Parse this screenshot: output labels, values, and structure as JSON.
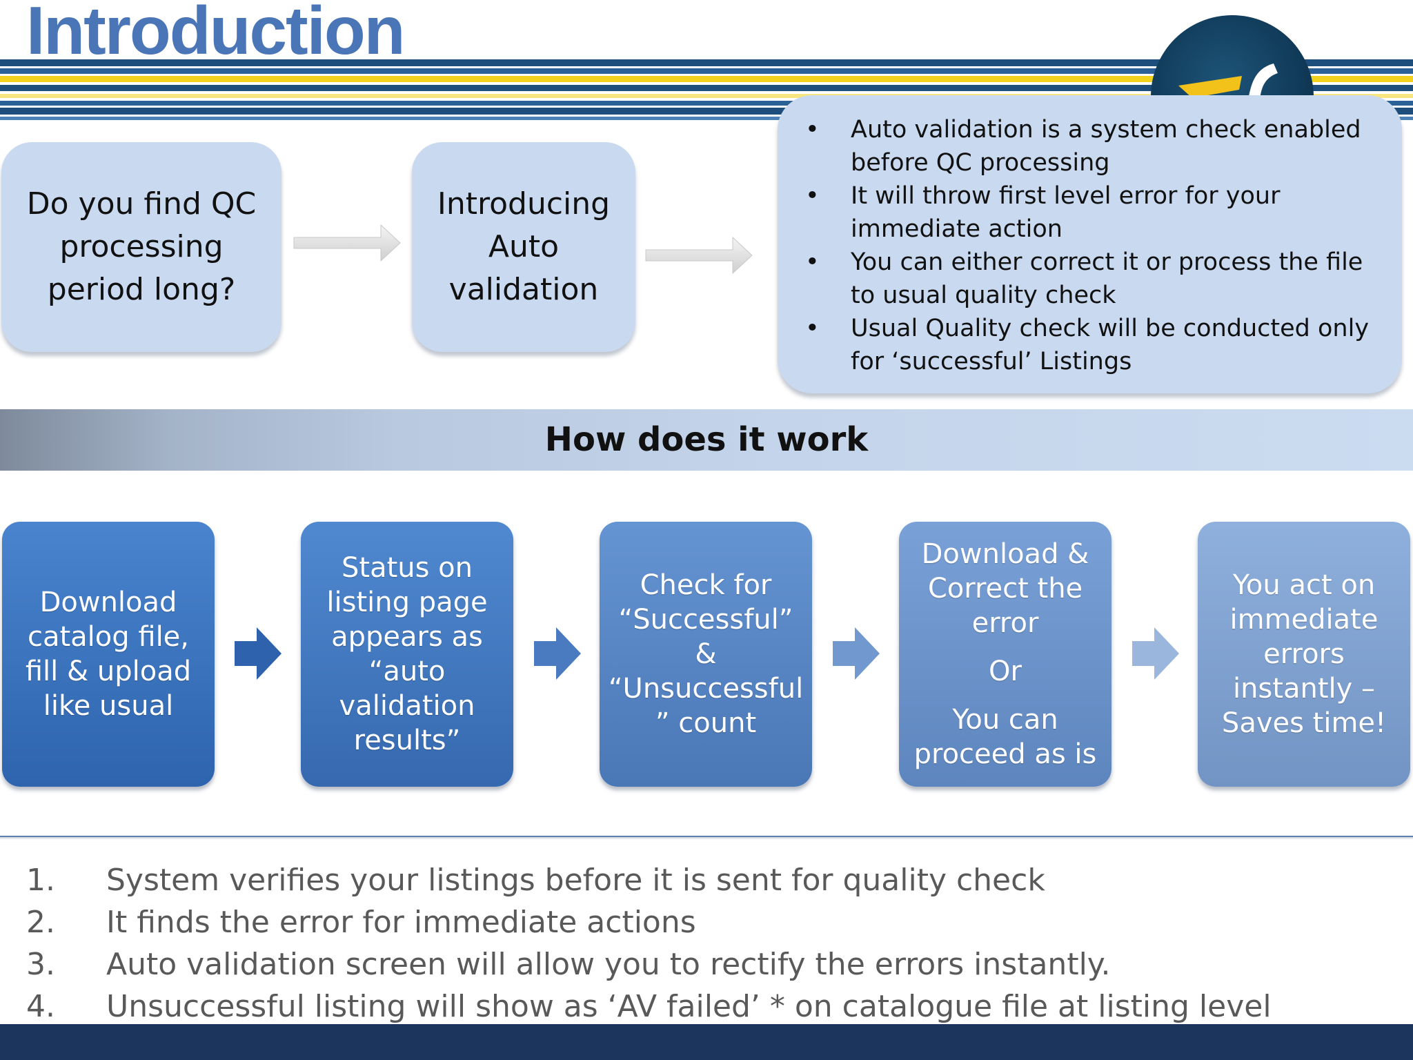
{
  "title": "Introduction",
  "question_box": {
    "lines": [
      "Do you find QC",
      "processing",
      "period long?"
    ]
  },
  "intro_box": {
    "lines": [
      "Introducing",
      "Auto",
      "validation"
    ]
  },
  "info_box": {
    "bullet_symbol": "•",
    "items": [
      "Auto validation is a system check enabled before QC processing",
      "It will throw first level error for your immediate action",
      "You can either correct it or process the file to usual quality check",
      "Usual Quality check will be conducted only for ‘successful’ Listings"
    ]
  },
  "banner": {
    "title": "How does it work"
  },
  "process_steps": [
    {
      "lines": [
        "Download",
        "catalog file,",
        "fill & upload",
        "like usual"
      ]
    },
    {
      "lines": [
        "Status on",
        "listing page",
        "appears as",
        "“auto",
        "validation",
        "results”"
      ]
    },
    {
      "lines": [
        "Check for",
        "“Successful”",
        "&",
        "“Unsuccessful",
        "” count"
      ]
    },
    {
      "lines": [
        "Download &",
        "Correct the",
        "error"
      ],
      "middle": "Or",
      "lines_after": [
        "You can",
        "proceed as is"
      ]
    },
    {
      "lines": [
        "You act on",
        "immediate",
        "errors",
        "instantly –",
        "Saves time!"
      ]
    }
  ],
  "numbered_list": [
    {
      "num": "1.",
      "text": "System verifies your listings before it is sent for quality check"
    },
    {
      "num": "2.",
      "text": "It finds the error for immediate actions"
    },
    {
      "num": "3.",
      "text": "Auto validation screen will allow you to rectify the errors instantly."
    },
    {
      "num": "4.",
      "text": "Unsuccessful listing will show as ‘AV failed’ * on catalogue file at listing level"
    }
  ],
  "colors": {
    "title": "#4A76B8",
    "light_box": "#C9DAF0",
    "footer": "#1B355C",
    "stripe_yellow": "#F2D21C",
    "stripe_navy": "#1E4E7C"
  },
  "icons": {
    "logo": "flipkart-logo-icon",
    "flat_arrow": "arrow-right-icon",
    "process_arrow": "arrow-right-icon"
  }
}
